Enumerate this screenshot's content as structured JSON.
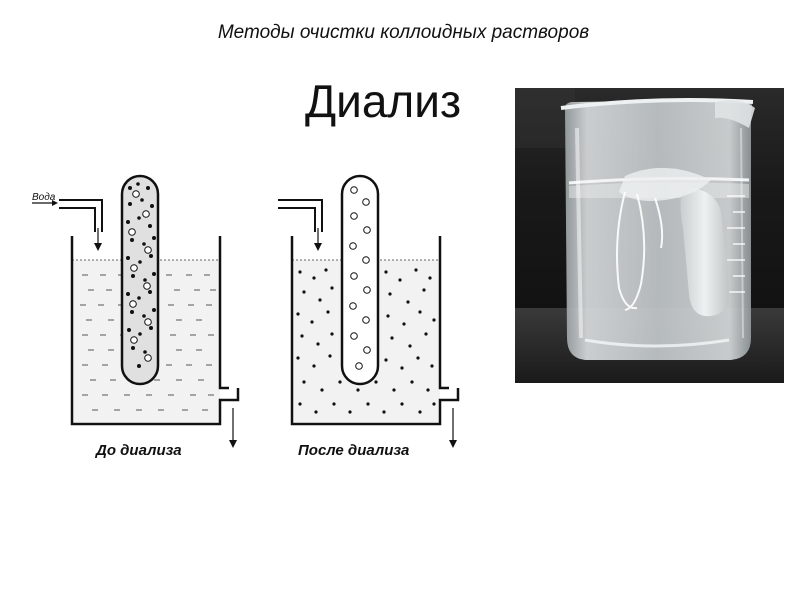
{
  "header": {
    "subtitle": "Методы очистки коллоидных растворов",
    "title": "Диализ"
  },
  "diagram": {
    "inlet_label": "Вода",
    "before_caption": "До диализа",
    "after_caption": "После диализа"
  },
  "colors": {
    "ink": "#111111",
    "beaker_bg": "#f6f6f6",
    "photo_dark": "#1c1c1c"
  }
}
